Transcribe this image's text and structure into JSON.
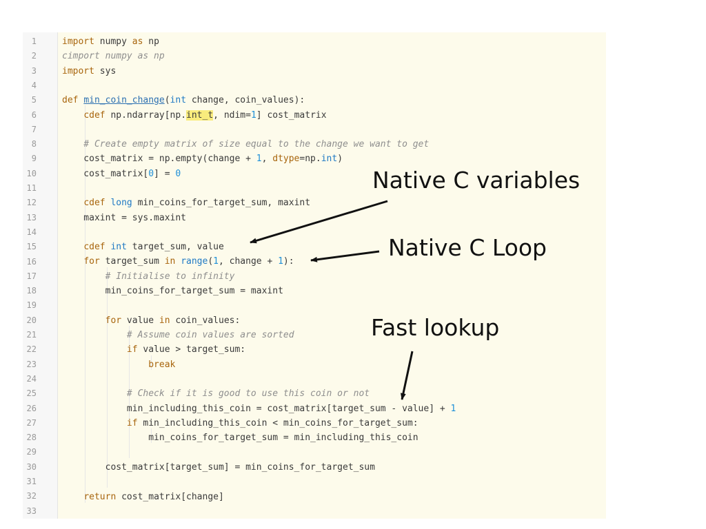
{
  "line_numbers": [
    "1",
    "2",
    "3",
    "4",
    "5",
    "6",
    "7",
    "8",
    "9",
    "10",
    "11",
    "12",
    "13",
    "14",
    "15",
    "16",
    "17",
    "18",
    "19",
    "20",
    "21",
    "22",
    "23",
    "24",
    "25",
    "26",
    "27",
    "28",
    "29",
    "30",
    "31",
    "32",
    "33"
  ],
  "code": {
    "l1": {
      "a": "import",
      "b": " numpy ",
      "c": "as",
      "d": " np"
    },
    "l2": {
      "a": "cimport numpy as np"
    },
    "l3": {
      "a": "import",
      "b": " sys"
    },
    "l5": {
      "a": "def",
      "b": " ",
      "c": "min_coin_change",
      "d": "(",
      "e": "int",
      "f": " change, coin_values):"
    },
    "l6": {
      "a": "    ",
      "b": "cdef",
      "c": " np.ndarray[np.",
      "d": "int_t",
      "e": ", ndim=",
      "f": "1",
      "g": "] cost_matrix"
    },
    "l8": {
      "a": "    # Create empty matrix of size equal to the change we want to get"
    },
    "l9": {
      "a": "    cost_matrix = np.empty(change + ",
      "b": "1",
      "c": ", ",
      "d": "dtype",
      "e": "=np.",
      "f": "int",
      "g": ")"
    },
    "l10": {
      "a": "    cost_matrix[",
      "b": "0",
      "c": "] = ",
      "d": "0"
    },
    "l12": {
      "a": "    ",
      "b": "cdef",
      "c": " ",
      "d": "long",
      "e": " min_coins_for_target_sum, maxint"
    },
    "l13": {
      "a": "    maxint = sys.maxint"
    },
    "l15": {
      "a": "    ",
      "b": "cdef",
      "c": " ",
      "d": "int",
      "e": " target_sum, value"
    },
    "l16": {
      "a": "    ",
      "b": "for",
      "c": " target_sum ",
      "d": "in",
      "e": " ",
      "f": "range",
      "g": "(",
      "h": "1",
      "i": ", change + ",
      "j": "1",
      "k": "):"
    },
    "l17": {
      "a": "        # Initialise to infinity"
    },
    "l18": {
      "a": "        min_coins_for_target_sum = maxint"
    },
    "l20": {
      "a": "        ",
      "b": "for",
      "c": " value ",
      "d": "in",
      "e": " coin_values:"
    },
    "l21": {
      "a": "            # Assume coin values are sorted"
    },
    "l22": {
      "a": "            ",
      "b": "if",
      "c": " value > target_sum:"
    },
    "l23": {
      "a": "                ",
      "b": "break"
    },
    "l25": {
      "a": "            # Check if it is good to use this coin or not"
    },
    "l26": {
      "a": "            min_including_this_coin = cost_matrix[target_sum - value] + ",
      "b": "1"
    },
    "l27": {
      "a": "            ",
      "b": "if",
      "c": " min_including_this_coin < min_coins_for_target_sum:"
    },
    "l28": {
      "a": "                min_coins_for_target_sum = min_including_this_coin"
    },
    "l30": {
      "a": "        cost_matrix[target_sum] = min_coins_for_target_sum"
    },
    "l32": {
      "a": "    ",
      "b": "return",
      "c": " cost_matrix[change]"
    }
  },
  "annotations": {
    "native_vars": "Native C variables",
    "native_loop": "Native C Loop",
    "fast_lookup": "Fast lookup"
  },
  "colors": {
    "editor_bg": "#fdfbeb",
    "keyword": "#a8650d",
    "builtin": "#1f79c4",
    "number": "#1d8fd8",
    "comment": "#8e8e8e",
    "highlight": "#f9ec7d"
  }
}
